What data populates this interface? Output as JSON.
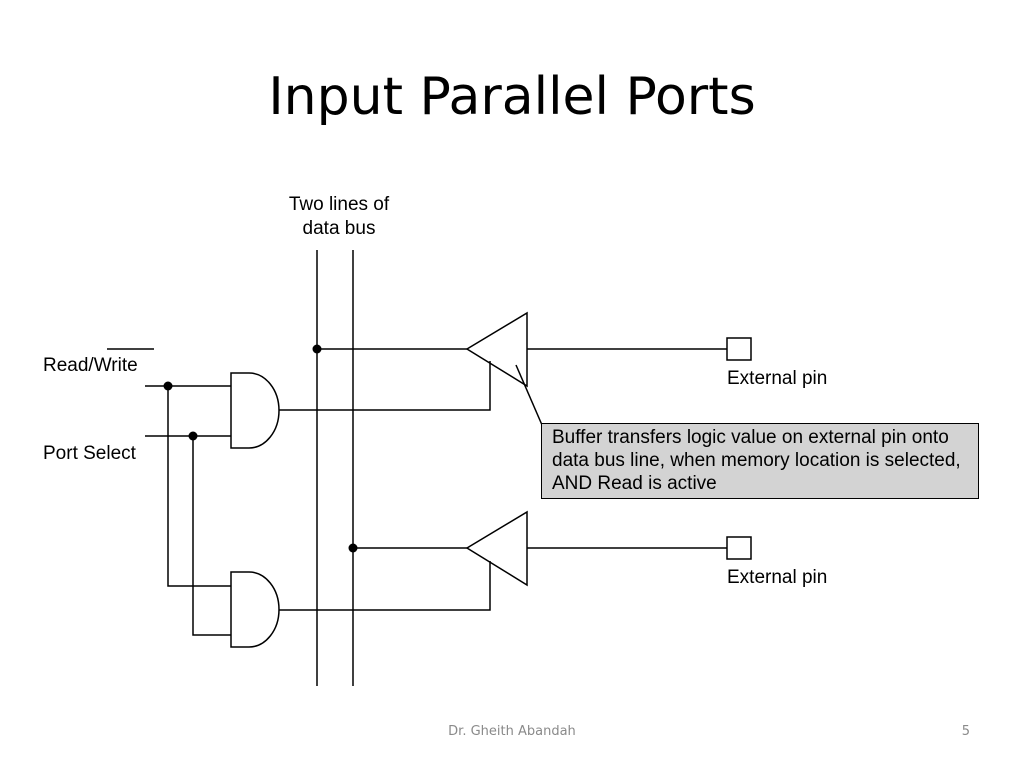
{
  "slide": {
    "title": "Input Parallel Ports",
    "footer_author": "Dr. Gheith Abandah",
    "page_number": "5"
  },
  "diagram": {
    "bus_label": "Two lines of\ndata bus",
    "read_write_label": "Read/Write",
    "port_select_label": "Port Select",
    "external_pin_label_1": "External pin",
    "external_pin_label_2": "External pin",
    "callout_text": "Buffer transfers logic value on external pin onto data bus line, when memory location is selected, AND Read is active",
    "callout_color": "#d3d3d3"
  }
}
